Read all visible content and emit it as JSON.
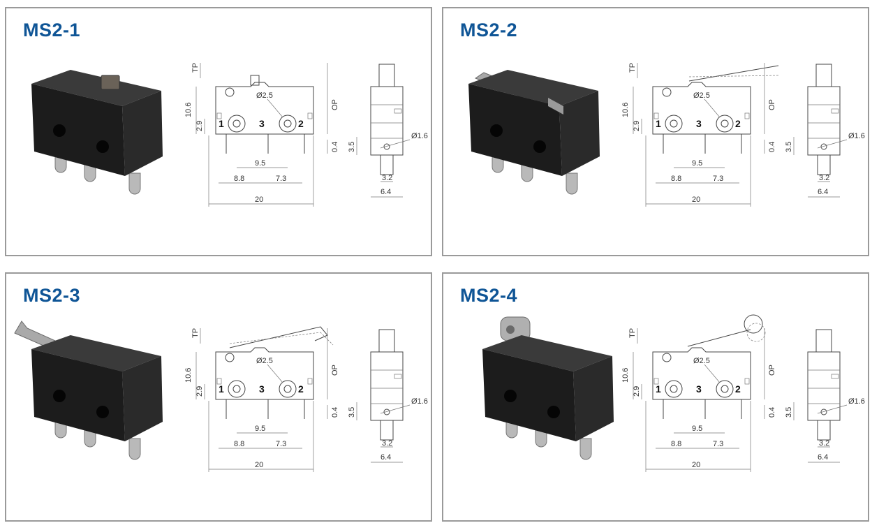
{
  "theme": {
    "title_color": "#0f5596",
    "border_color": "#9a9a9a",
    "body_color": "#1c1c1c",
    "terminal_color": "#b9b9b9"
  },
  "panels": [
    {
      "title": "MS2-1",
      "actuator": "plunger",
      "front": {
        "tp": "TP",
        "op": "OP",
        "height": "10.6",
        "pin_height": "2.9",
        "hole": "Ø2.5",
        "pin_1": "1",
        "pin_3": "3",
        "pin_2": "2",
        "pin_pitch": "9.5",
        "left_pitch": "8.8",
        "right_pitch": "7.3",
        "length": "20",
        "pin_offset": "0.4"
      },
      "side": {
        "hole_dia": "Ø1.6",
        "hole_height": "3.5",
        "inner_width": "3.2",
        "width": "6.4"
      }
    },
    {
      "title": "MS2-2",
      "actuator": "lever",
      "front": {
        "tp": "TP",
        "op": "OP",
        "height": "10.6",
        "pin_height": "2.9",
        "hole": "Ø2.5",
        "pin_1": "1",
        "pin_3": "3",
        "pin_2": "2",
        "pin_pitch": "9.5",
        "left_pitch": "8.8",
        "right_pitch": "7.3",
        "length": "20",
        "pin_offset": "0.4"
      },
      "side": {
        "hole_dia": "Ø1.6",
        "hole_height": "3.5",
        "inner_width": "3.2",
        "width": "6.4"
      }
    },
    {
      "title": "MS2-3",
      "actuator": "bent-lever",
      "front": {
        "tp": "TP",
        "op": "OP",
        "height": "10.6",
        "pin_height": "2.9",
        "hole": "Ø2.5",
        "pin_1": "1",
        "pin_3": "3",
        "pin_2": "2",
        "pin_pitch": "9.5",
        "left_pitch": "8.8",
        "right_pitch": "7.3",
        "length": "20",
        "pin_offset": "0.4"
      },
      "side": {
        "hole_dia": "Ø1.6",
        "hole_height": "3.5",
        "inner_width": "3.2",
        "width": "6.4"
      }
    },
    {
      "title": "MS2-4",
      "actuator": "roller-lever",
      "front": {
        "tp": "TP",
        "op": "OP",
        "height": "10.6",
        "pin_height": "2.9",
        "hole": "Ø2.5",
        "pin_1": "1",
        "pin_3": "3",
        "pin_2": "2",
        "pin_pitch": "9.5",
        "left_pitch": "8.8",
        "right_pitch": "7.3",
        "length": "20",
        "pin_offset": "0.4"
      },
      "side": {
        "hole_dia": "Ø1.6",
        "hole_height": "3.5",
        "inner_width": "3.2",
        "width": "6.4"
      }
    }
  ]
}
